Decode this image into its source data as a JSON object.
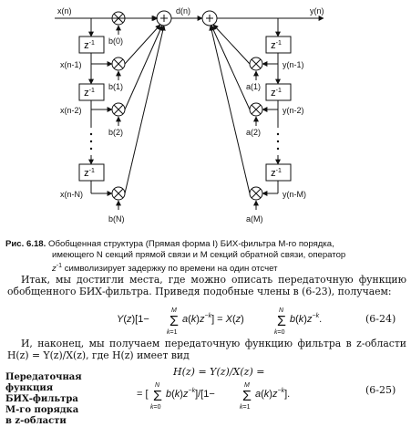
{
  "diagram": {
    "input_label": "x(n)",
    "mid_label": "d(n)",
    "output_label": "y(n)",
    "delay_label": "z",
    "delay_exp": "-1",
    "ff_taps": [
      "x(n-1)",
      "x(n-2)",
      "x(n-N)"
    ],
    "fb_taps": [
      "y(n-1)",
      "y(n-2)",
      "y(n-M)"
    ],
    "b_coeffs": [
      "b(0)",
      "b(1)",
      "b(2)",
      "b(N)"
    ],
    "a_coeffs": [
      "a(1)",
      "a(2)",
      "a(M)"
    ],
    "dots": "·"
  },
  "caption": {
    "number": "Рис. 6.18.",
    "line1": "Обобщенная структура (Прямая форма I) БИХ-фильтра M-го порядка,",
    "line2": "имеющего N секций прямой связи и M секций обратной связи, оператор",
    "line3_pre": "z",
    "line3_exp": "-1",
    "line3_post": " символизирует задержку по времени на один отсчет"
  },
  "text": {
    "para1": "Итак, мы достигли места, где можно описать передаточную функцию обобщенного БИХ-фильтра. Приведя подобные члены в (6-23), получаем:",
    "eq1_number": "(6-24)",
    "para2": "И, наконец, мы получаем передаточную функцию фильтра в z-области H(z) = Y(z)/X(z), где H(z) имеет вид",
    "side_line1": "Передаточная функция",
    "side_line2": "БИХ-фильтра",
    "side_line3": "M-го порядка",
    "side_line4": "в z-области",
    "eq2_line1": "H(z) = Y(z)/X(z) =",
    "eq2_number": "(6-25)"
  }
}
